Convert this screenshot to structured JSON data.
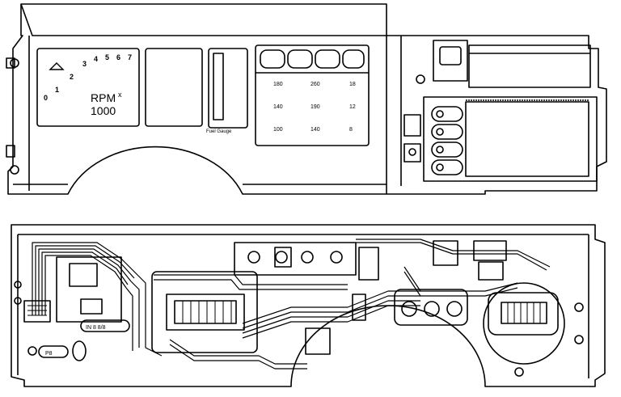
{
  "front_view": {
    "tach": {
      "ticks": [
        "0",
        "1",
        "2",
        "3",
        "4",
        "5",
        "6",
        "7"
      ],
      "rpm_label": "RPM",
      "multiplier": "x",
      "scale": "1000"
    },
    "gauge_label": "Fuel Gauge",
    "info_panel_values": [
      "180",
      "260",
      "18",
      "140",
      "190",
      "12",
      "100",
      "140",
      "8"
    ]
  },
  "rear_view": {
    "labels": [
      "IN 8 8/8",
      "P8"
    ]
  },
  "colors": {
    "line": "#000000",
    "background": "#ffffff"
  }
}
